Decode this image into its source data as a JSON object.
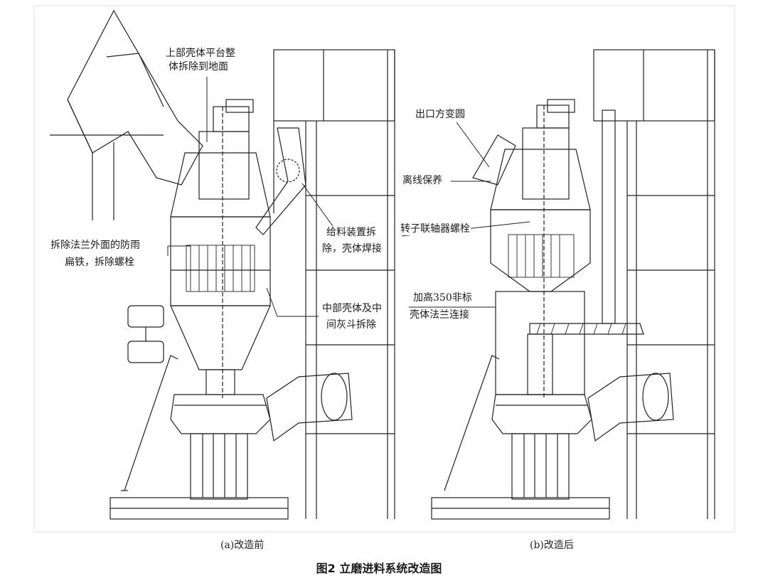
{
  "figure": {
    "title": "图2  立磨进料系统改造图",
    "panel_a": {
      "caption": "(a)改造前",
      "labels": [
        "上部壳体平台整",
        "体拆除到地面",
        "给料装置拆",
        "除，壳体焊接",
        "拆除法兰外面的防雨",
        "扁铁，拆除螺栓",
        "中部壳体及中",
        "间灰斗拆除"
      ]
    },
    "panel_b": {
      "caption": "(b)改造后",
      "labels": [
        "出口方变圆",
        "离线保养",
        "转子联轴器螺栓",
        "加高350非标",
        "壳体法兰连接"
      ]
    }
  }
}
